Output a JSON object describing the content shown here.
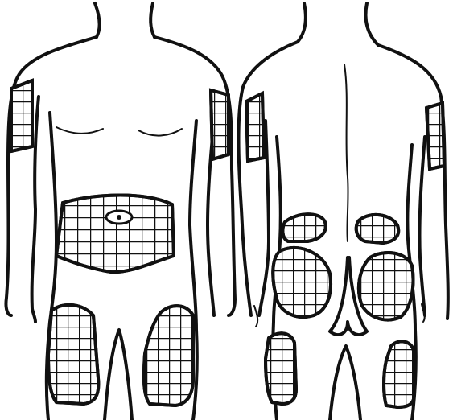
{
  "figure": {
    "views": [
      {
        "side": "front",
        "zones": [
          "left-upper-arm",
          "right-upper-arm",
          "abdomen",
          "left-thigh",
          "right-thigh"
        ]
      },
      {
        "side": "back",
        "zones": [
          "left-upper-arm",
          "right-upper-arm",
          "left-lower-back",
          "right-lower-back",
          "left-buttock",
          "right-buttock",
          "left-thigh",
          "right-thigh"
        ]
      }
    ],
    "colors": {
      "line": "#111111",
      "background": "#ffffff"
    }
  }
}
